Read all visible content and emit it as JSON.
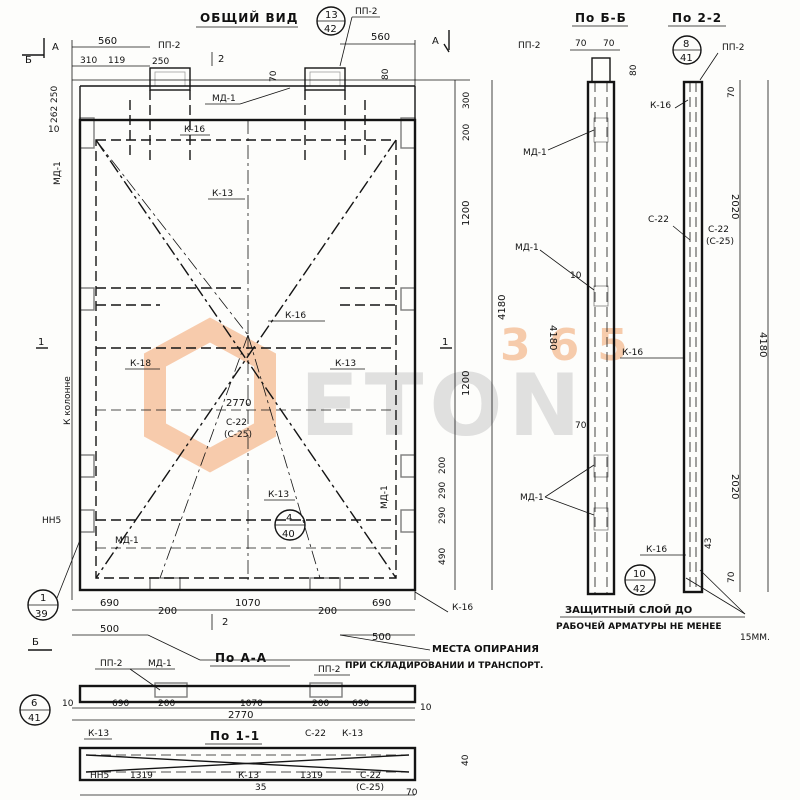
{
  "titles": {
    "general_view": "ОБЩИЙ ВИД",
    "section_bb": "По Б-Б",
    "section_22": "По 2-2",
    "section_aa": "По А-А",
    "section_11": "По 1-1"
  },
  "callouts": [
    {
      "top": "13",
      "bottom": "42"
    },
    {
      "top": "8",
      "bottom": "41"
    },
    {
      "top": "4",
      "bottom": "40"
    },
    {
      "top": "10",
      "bottom": "42"
    },
    {
      "top": "1",
      "bottom": "39"
    },
    {
      "top": "6",
      "bottom": "41"
    }
  ],
  "labels": {
    "pp2": "ПП-2",
    "md1": "МД-1",
    "k16": "К-16",
    "k13": "К-13",
    "k18": "К-18",
    "c22": "С-22",
    "c25": "(С-25)",
    "kolonna": "К колонне",
    "nn5": "НН5",
    "b": "Б",
    "a": "А",
    "two": "2",
    "one": "1",
    "thirty_five": "35"
  },
  "dims": {
    "d560": "560",
    "d310": "310",
    "d119": "119",
    "d250": "250",
    "d262": "262",
    "d10": "10",
    "d70": "70",
    "d80": "80",
    "d300": "300",
    "d200": "200",
    "d1200": "1200",
    "d4180": "4180",
    "d2770": "2770",
    "d690": "690",
    "d1070": "1070",
    "d500": "500",
    "d290": "290",
    "d490": "490",
    "d2020": "2020",
    "d1319": "1319",
    "d43": "43",
    "d40": "40"
  },
  "notes": {
    "support_1": "МЕСТА ОПИРАНИЯ",
    "support_2": "ПРИ СКЛАДИРОВАНИИ И ТРАНСПОРТ.",
    "cover_1": "ЗАЩИТНЫЙ СЛОЙ ДО",
    "cover_2": "РАБОЧЕЙ АРМАТУРЫ НЕ МЕНЕЕ",
    "cover_3": "15ММ."
  },
  "watermark": {
    "brand": "ETON",
    "number": "365",
    "color": "#f2a36b"
  }
}
